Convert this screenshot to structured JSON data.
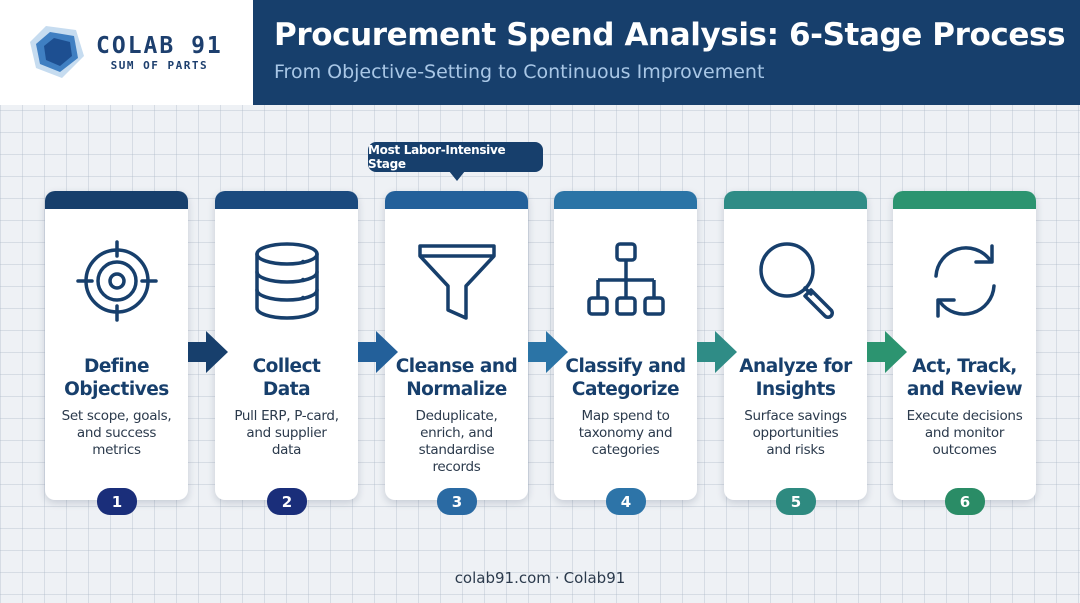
{
  "brand": {
    "name": "COLAB 91",
    "tagline": "SUM OF PARTS"
  },
  "header": {
    "title": "Procurement Spend Analysis: 6-Stage Process",
    "subtitle": "From Objective-Setting to Continuous Improvement"
  },
  "callout": "Most Labor-Intensive Stage",
  "stages": [
    {
      "number": "1",
      "title_line1": "Define",
      "title_line2": "Objectives",
      "desc_line1": "Set scope, goals,",
      "desc_line2": "and success",
      "desc_line3": "metrics",
      "desc_line4": "",
      "icon": "target-icon",
      "color": "#173f6c",
      "badge_color": "#1a2e7a"
    },
    {
      "number": "2",
      "title_line1": "Collect",
      "title_line2": "Data",
      "desc_line1": "Pull ERP, P-card,",
      "desc_line2": "and supplier",
      "desc_line3": "data",
      "desc_line4": "",
      "icon": "database-icon",
      "color": "#1b4a7e",
      "badge_color": "#1a2e7a"
    },
    {
      "number": "3",
      "title_line1": "Cleanse and",
      "title_line2": "Normalize",
      "desc_line1": "Deduplicate,",
      "desc_line2": "enrich, and",
      "desc_line3": "standardise",
      "desc_line4": "records",
      "icon": "funnel-icon",
      "color": "#23609a",
      "badge_color": "#2a6aa3"
    },
    {
      "number": "4",
      "title_line1": "Classify and",
      "title_line2": "Categorize",
      "desc_line1": "Map spend to",
      "desc_line2": "taxonomy and",
      "desc_line3": "categories",
      "desc_line4": "",
      "icon": "hierarchy-icon",
      "color": "#2b74a6",
      "badge_color": "#2d74a8"
    },
    {
      "number": "5",
      "title_line1": "Analyze for",
      "title_line2": "Insights",
      "desc_line1": "Surface savings",
      "desc_line2": "opportunities",
      "desc_line3": "and risks",
      "desc_line4": "",
      "icon": "magnifier-icon",
      "color": "#2f8c86",
      "badge_color": "#2e8a80"
    },
    {
      "number": "6",
      "title_line1": "Act, Track,",
      "title_line2": "and Review",
      "desc_line1": "Execute decisions",
      "desc_line2": "and monitor",
      "desc_line3": "outcomes",
      "desc_line4": "",
      "icon": "cycle-icon",
      "color": "#2c9470",
      "badge_color": "#2a8c66"
    }
  ],
  "arrow_colors": [
    "#173f6c",
    "#23609a",
    "#2b74a6",
    "#2f8c86",
    "#2c9470"
  ],
  "footer": {
    "site": "colab91.com",
    "separator": "·",
    "brand": "Colab91"
  }
}
